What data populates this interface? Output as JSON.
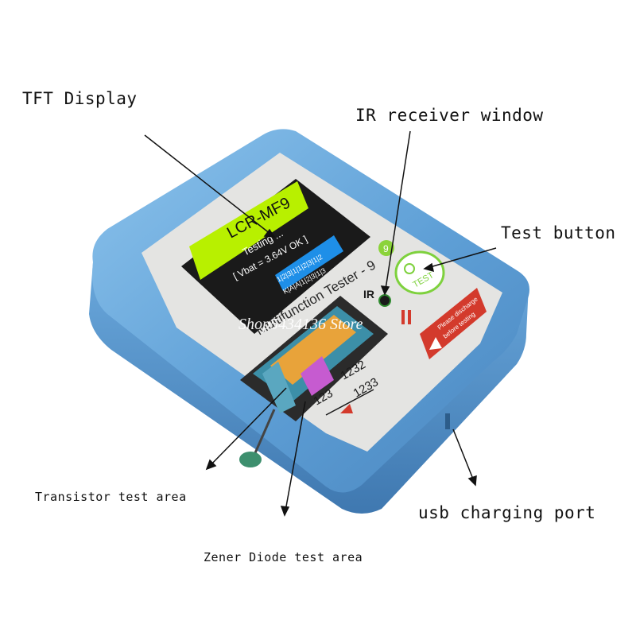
{
  "callouts": {
    "tft_display": "TFT Display",
    "ir_receiver": "IR receiver window",
    "test_button": "Test button",
    "transistor_area": "Transistor test area",
    "zener_area": "Zener Diode test area",
    "usb_port": "usb charging port"
  },
  "device": {
    "model": "LCR-MF9",
    "screen_line1": "Testing ...",
    "screen_line2": "[ Vbat = 3.64V OK ]",
    "pin_row1": "1|2|3|1|1|2|3|1|2",
    "pin_row2": "K|A|A|1|2|3|1|3",
    "panel_title": "Multifunction Tester - 9",
    "ir_label": "IR",
    "test_label": "TEST",
    "warning_line1": "Please discharge",
    "warning_line2": "before testing",
    "socket_top": "1232",
    "socket_left": "123",
    "socket_right": "1233",
    "watermark": "Shop5434136 Store"
  },
  "colors": {
    "body_blue": "#5e9fd6",
    "panel_grey": "#e4e4e2",
    "screen_green": "#b8f000",
    "screen_blue": "#1e8fe8",
    "socket_orange": "#e8a33a",
    "socket_teal": "#3c8fa8",
    "warning_red": "#d33a2c"
  }
}
